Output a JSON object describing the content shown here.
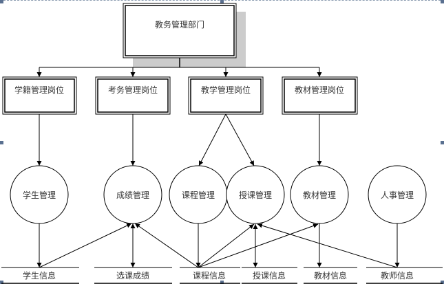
{
  "diagram": {
    "type": "organization-dataflow",
    "department": {
      "label": "教务管理部门"
    },
    "positions": [
      {
        "id": "p1",
        "label": "学籍管理岗位"
      },
      {
        "id": "p2",
        "label": "考务管理岗位"
      },
      {
        "id": "p3",
        "label": "教学管理岗位"
      },
      {
        "id": "p4",
        "label": "教材管理岗位"
      }
    ],
    "processes": [
      {
        "id": "c1",
        "label": "学生管理"
      },
      {
        "id": "c2",
        "label": "成绩管理"
      },
      {
        "id": "c3",
        "label": "课程管理"
      },
      {
        "id": "c4",
        "label": "授课管理"
      },
      {
        "id": "c5",
        "label": "教材管理"
      },
      {
        "id": "c6",
        "label": "人事管理"
      }
    ],
    "data_stores": [
      {
        "id": "d1",
        "label": "学生信息"
      },
      {
        "id": "d2",
        "label": "选课成绩"
      },
      {
        "id": "d3",
        "label": "课程信息"
      },
      {
        "id": "d4",
        "label": "授课信息"
      },
      {
        "id": "d5",
        "label": "教材信息"
      },
      {
        "id": "d6",
        "label": "教师信息"
      }
    ],
    "edges": [
      {
        "from": "department",
        "to": "p1"
      },
      {
        "from": "department",
        "to": "p2"
      },
      {
        "from": "department",
        "to": "p3"
      },
      {
        "from": "department",
        "to": "p4"
      },
      {
        "from": "p1",
        "to": "c1"
      },
      {
        "from": "p2",
        "to": "c2"
      },
      {
        "from": "p3",
        "to": "c3"
      },
      {
        "from": "p3",
        "to": "c4"
      },
      {
        "from": "p4",
        "to": "c5"
      },
      {
        "from": "c1",
        "to": "d1"
      },
      {
        "from": "d1",
        "to": "c2"
      },
      {
        "from": "c2",
        "to": "d2"
      },
      {
        "from": "d3",
        "to": "c2"
      },
      {
        "from": "c3",
        "to": "d3"
      },
      {
        "from": "d3",
        "to": "c4"
      },
      {
        "from": "d3",
        "to": "c5"
      },
      {
        "from": "c4",
        "to": "d4"
      },
      {
        "from": "d6",
        "to": "c4"
      },
      {
        "from": "c5",
        "to": "d5"
      },
      {
        "from": "c6",
        "to": "d6"
      }
    ]
  },
  "colors": {
    "stroke": "#000000",
    "shadow": "#cccccc",
    "text": "#333333",
    "selection": "#5a7090"
  }
}
